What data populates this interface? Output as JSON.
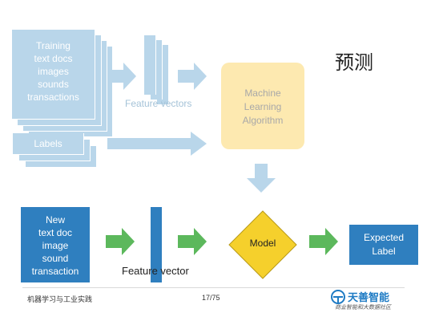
{
  "title": "预测",
  "training": {
    "lines": [
      "Training",
      "text docs",
      "images",
      "sounds",
      "transactions"
    ],
    "labels": "Labels",
    "feature_vectors": "Feature vectors",
    "algorithm_lines": [
      "Machine",
      "Learning",
      "Algorithm"
    ]
  },
  "prediction": {
    "new_lines": [
      "New",
      "text doc",
      "image",
      "sound",
      "transaction"
    ],
    "feature_vector": "Feature vector",
    "model": "Model",
    "expected_lines": [
      "Expected",
      "Label"
    ]
  },
  "footer": {
    "left": "机器学习与工业实践",
    "page": "17/75",
    "brand": "天善智能",
    "tagline": "商业智能和大数据社区"
  },
  "colors": {
    "light_blue": "#b9d6ea",
    "dark_blue": "#2f7fbf",
    "algorithm_fill": "#fde9b0",
    "model_fill": "#f5d02c",
    "green_arrow": "#5cb85c"
  }
}
